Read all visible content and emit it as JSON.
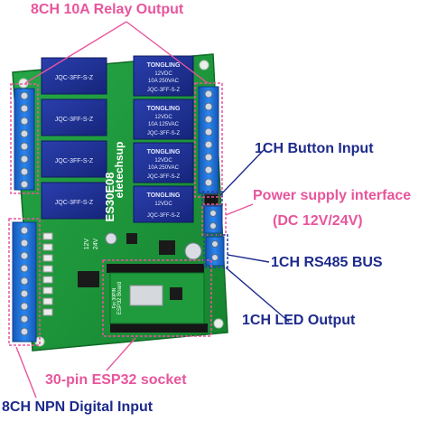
{
  "labels": {
    "relay_output": "8CH 10A Relay Output",
    "button_input": "1CH Button Input",
    "power_supply": "Power supply interface",
    "power_voltage": "(DC 12V/24V)",
    "rs485": "1CH RS485 BUS",
    "led_output": "1CH LED Output",
    "esp32_socket": "30-pin ESP32 socket",
    "npn_input": "8CH NPN Digital Input"
  },
  "board": {
    "model": "ES30E08",
    "brand": "eletechsup",
    "v12": "12V",
    "v24": "24V"
  },
  "relay": {
    "brand": "TONGLING",
    "coil": "12VDC",
    "rating1": "10A 250VAC",
    "rating2": "10A 125VAC",
    "part": "JQC-3FF-S-Z"
  },
  "esp32": {
    "title": "ESP32 Board",
    "sub": "For 30PIN"
  },
  "colors": {
    "pcb": "#1f9a3c",
    "terminal": "#1e6fd6",
    "relay": "#1c2f93",
    "pink": "#e8559c",
    "navy": "#1d2a8c"
  }
}
